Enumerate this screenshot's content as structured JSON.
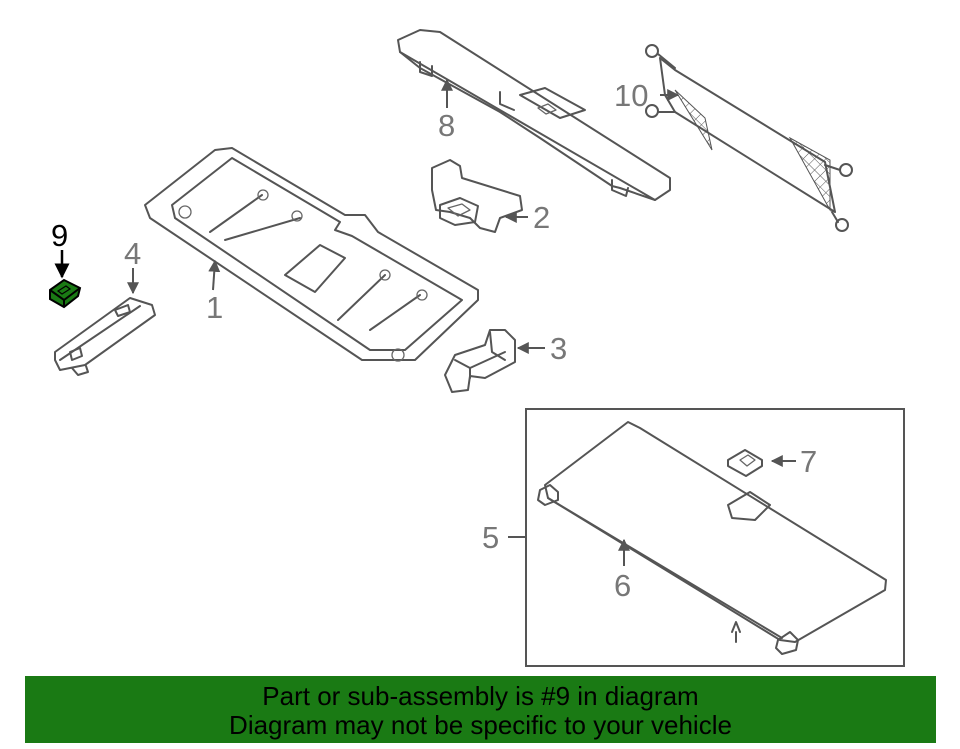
{
  "diagram": {
    "callouts": [
      "1",
      "2",
      "3",
      "4",
      "5",
      "6",
      "7",
      "8",
      "9",
      "10"
    ],
    "highlighted_part": "9",
    "highlight_color": "#1a7a14",
    "line_color": "#555555"
  },
  "footer": {
    "line1": "Part or sub-assembly is #9 in diagram",
    "line2": "Diagram may not be specific to your vehicle",
    "background": "#1a7a14"
  }
}
